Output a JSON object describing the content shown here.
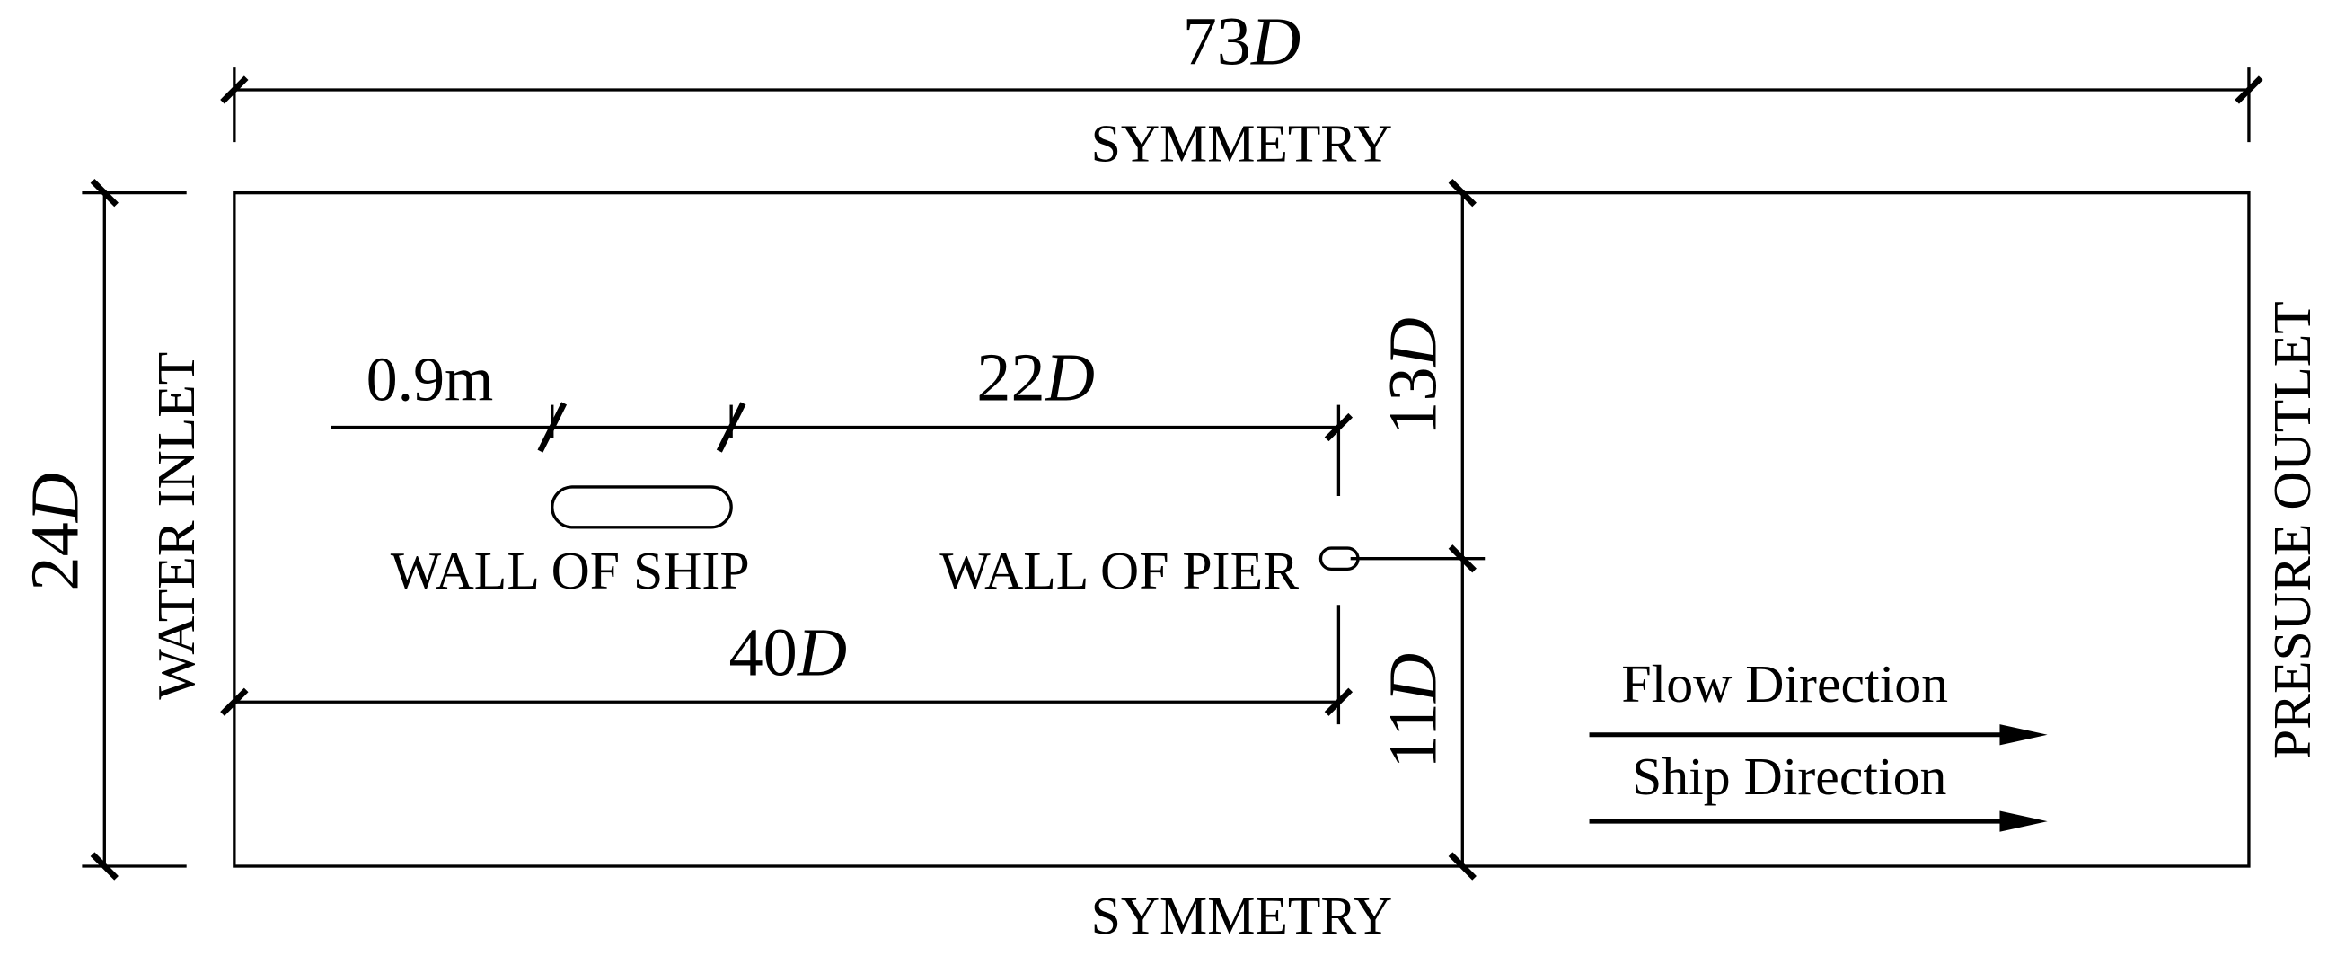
{
  "labels": {
    "total_length": {
      "num": "73",
      "var": "D"
    },
    "height": {
      "num": "24",
      "var": "D"
    },
    "upper_part": {
      "num": "13",
      "var": "D"
    },
    "lower_part": {
      "num": "11",
      "var": "D"
    },
    "ship_to_pier": {
      "num": "22",
      "var": "D"
    },
    "inlet_to_pier": {
      "num": "40",
      "var": "D"
    },
    "ship_length": "0.9m",
    "symmetry_top": "SYMMETRY",
    "symmetry_bottom": "SYMMETRY",
    "water_inlet": "WATER INLET",
    "pressure_outlet": "PRESURE OUTLET",
    "wall_of_ship": "WALL OF SHIP",
    "wall_of_pier": "WALL OF PIER",
    "flow_direction": "Flow Direction",
    "ship_direction": "Ship Direction"
  }
}
